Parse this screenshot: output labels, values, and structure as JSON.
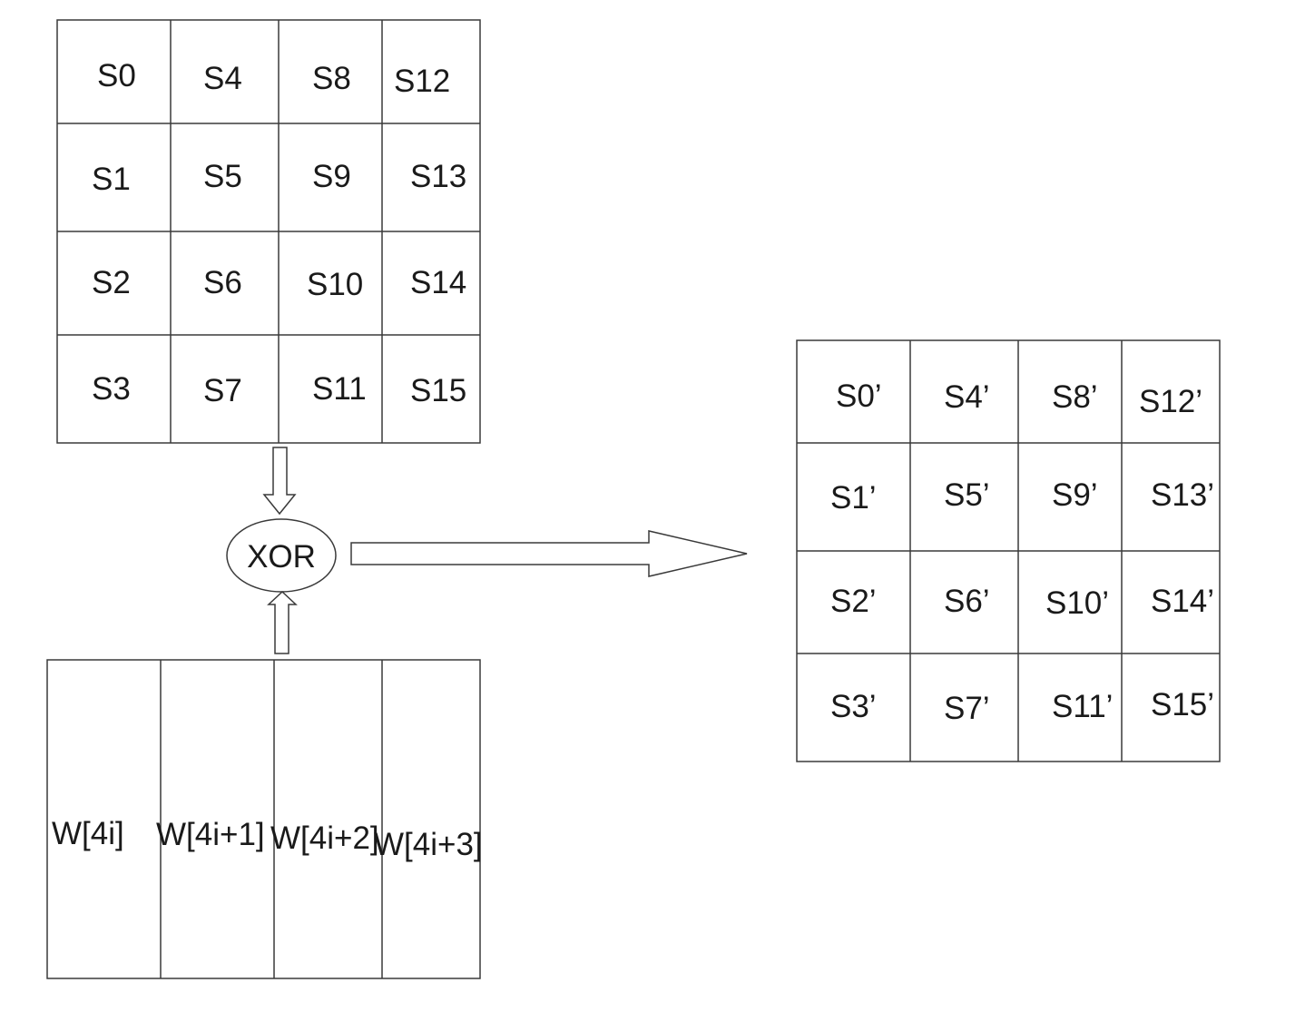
{
  "input_state": {
    "cells": [
      [
        "S0",
        "S4",
        "S8",
        "S12"
      ],
      [
        "S1",
        "S5",
        "S9",
        "S13"
      ],
      [
        "S2",
        "S6",
        "S10",
        "S14"
      ],
      [
        "S3",
        "S7",
        "S11",
        "S15"
      ]
    ]
  },
  "round_key": {
    "words": [
      "W[4i]",
      "W[4i+1]",
      "W[4i+2]",
      "W[4i+3]"
    ]
  },
  "operation": {
    "label": "XOR"
  },
  "output_state": {
    "cells": [
      [
        "S0’",
        "S4’",
        "S8’",
        "S12’"
      ],
      [
        "S1’",
        "S5’",
        "S9’",
        "S13’"
      ],
      [
        "S2’",
        "S6’",
        "S10’",
        "S14’"
      ],
      [
        "S3’",
        "S7’",
        "S11’",
        "S15’"
      ]
    ]
  }
}
